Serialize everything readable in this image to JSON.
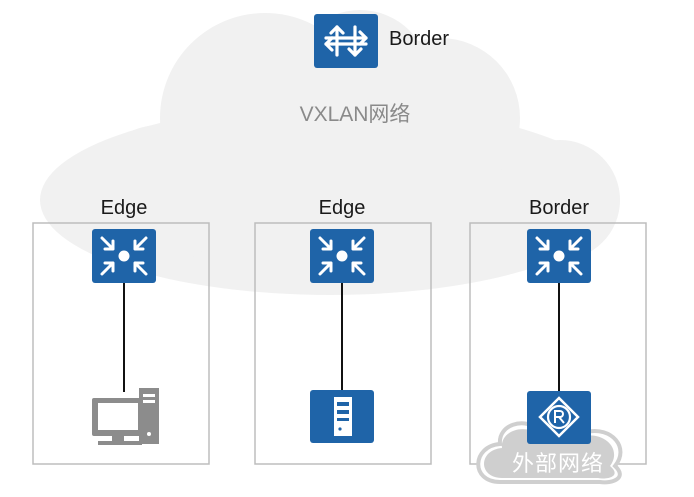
{
  "diagram": {
    "network_label": "VXLAN网络",
    "external_label": "外部网络",
    "top_device": {
      "label": "Border",
      "icon": "router-icon"
    },
    "sites": [
      {
        "label": "Edge",
        "switch_icon": "switch-icon",
        "endpoint_icon": "pc-icon"
      },
      {
        "label": "Edge",
        "switch_icon": "switch-icon",
        "endpoint_icon": "server-icon"
      },
      {
        "label": "Border",
        "switch_icon": "switch-icon",
        "endpoint_icon": "external-router-icon"
      }
    ],
    "colors": {
      "device_blue": "#1f64a8",
      "cloud_gray": "#f1f1f1",
      "box_border": "#bdbdbd",
      "external_cloud": "#cfcfcf"
    }
  }
}
